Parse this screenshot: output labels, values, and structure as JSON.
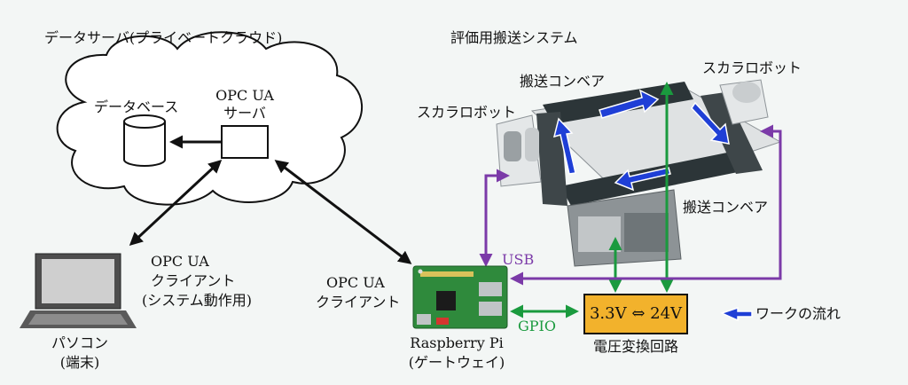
{
  "cloud": {
    "title": "データサーバ(プライベートクラウド)",
    "database_label": "データベース",
    "server_label_1": "OPC UA",
    "server_label_2": "サーバ"
  },
  "system": {
    "title": "評価用搬送システム",
    "scara_left": "スカラロボット",
    "scara_right": "スカラロボット",
    "conveyor_top": "搬送コンベア",
    "conveyor_bottom": "搬送コンベア"
  },
  "pc": {
    "client_1": "OPC UA",
    "client_2": "クライアント",
    "client_3": "(システム動作用)",
    "name_1": "パソコン",
    "name_2": "(端末)"
  },
  "gateway": {
    "client_1": "OPC UA",
    "client_2": "クライアント",
    "name_1": "Raspberry Pi",
    "name_2": "(ゲートウェイ)"
  },
  "links": {
    "usb": "USB",
    "gpio": "GPIO"
  },
  "converter": {
    "box": "3.3V ⇔ 24V",
    "label": "電圧変換回路"
  },
  "legend": {
    "work_flow": "ワークの流れ"
  },
  "colors": {
    "usb": "#7b3aa8",
    "gpio": "#1a9a3e",
    "work_flow": "#1f3fd6",
    "converter": "#f2b22c"
  }
}
